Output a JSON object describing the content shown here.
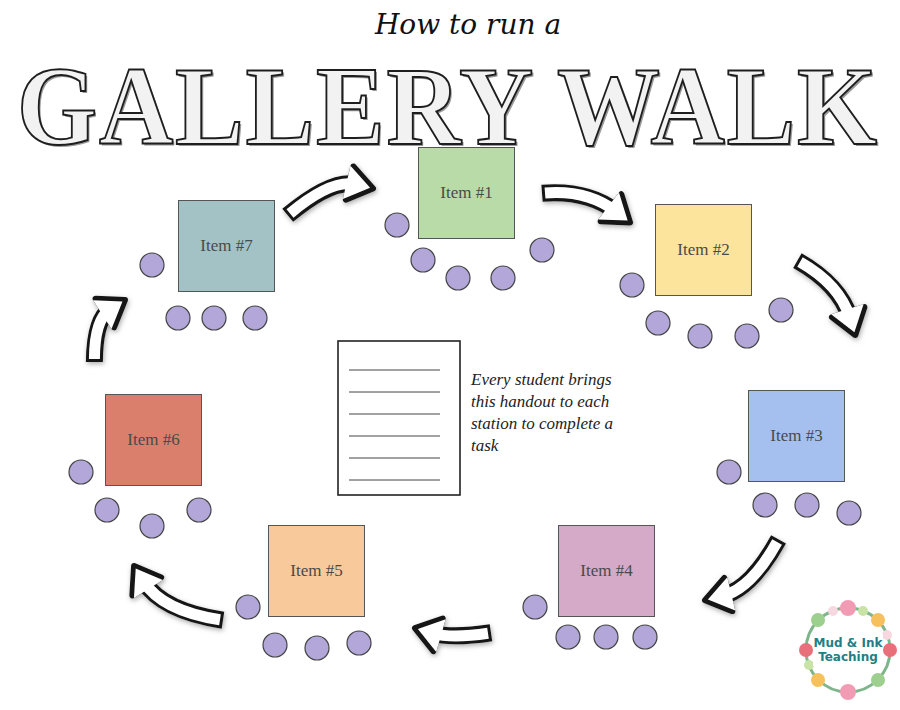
{
  "diagram": {
    "title": "GALLERY WALK",
    "nodes": [
      {
        "text": [
          "Item #1"
        ]
      },
      {
        "text": [
          "Item #2"
        ]
      },
      {
        "text": [
          "Item #3"
        ]
      },
      {
        "text": [
          "Item #4"
        ]
      },
      {
        "text": [
          "Item #5"
        ]
      },
      {
        "text": [
          "Item #6"
        ]
      },
      {
        "text": [
          "Item #7"
        ]
      }
    ],
    "edges": [
      {
        "from": 6,
        "to": 0,
        "arrow": "to"
      },
      {
        "from": 0,
        "to": 1,
        "arrow": "to"
      },
      {
        "from": 1,
        "to": 2,
        "arrow": "to"
      },
      {
        "from": 2,
        "to": 3,
        "arrow": "to"
      },
      {
        "from": 3,
        "to": 4,
        "arrow": "to"
      },
      {
        "from": 4,
        "to": 5,
        "arrow": "to"
      },
      {
        "from": 5,
        "to": 6,
        "arrow": "to"
      }
    ],
    "labels": [
      "How to run a",
      "Every student brings this handout to each station to complete a task",
      "Mud & Ink Teaching"
    ]
  }
}
